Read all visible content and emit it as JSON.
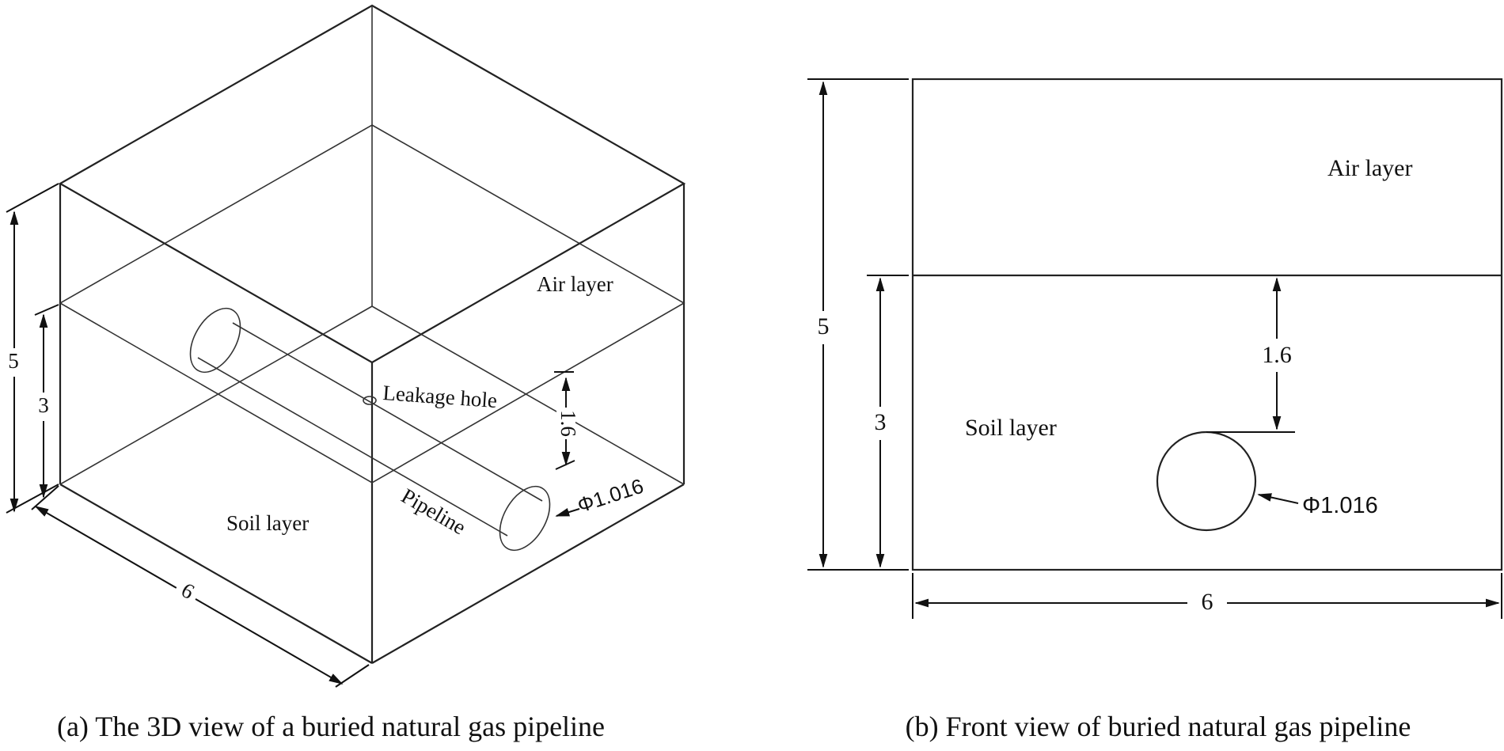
{
  "panel_a": {
    "caption": "(a) The 3D view of a buried natural gas pipeline",
    "air_label": "Air layer",
    "soil_label": "Soil layer",
    "leak_label": "Leakage hole",
    "pipe_label": "Pipeline",
    "diameter_label": "Φ1.016",
    "dim_total_height": "5",
    "dim_soil_height": "3",
    "dim_width": "6",
    "dim_depth": "1.6"
  },
  "panel_b": {
    "caption": "(b) Front view of buried natural gas pipeline",
    "air_label": "Air layer",
    "soil_label": "Soil layer",
    "diameter_label": "Φ1.016",
    "dim_total_height": "5",
    "dim_soil_height": "3",
    "dim_width": "6",
    "dim_depth": "1.6"
  },
  "colors": {
    "line": "#222222",
    "background": "#ffffff"
  }
}
